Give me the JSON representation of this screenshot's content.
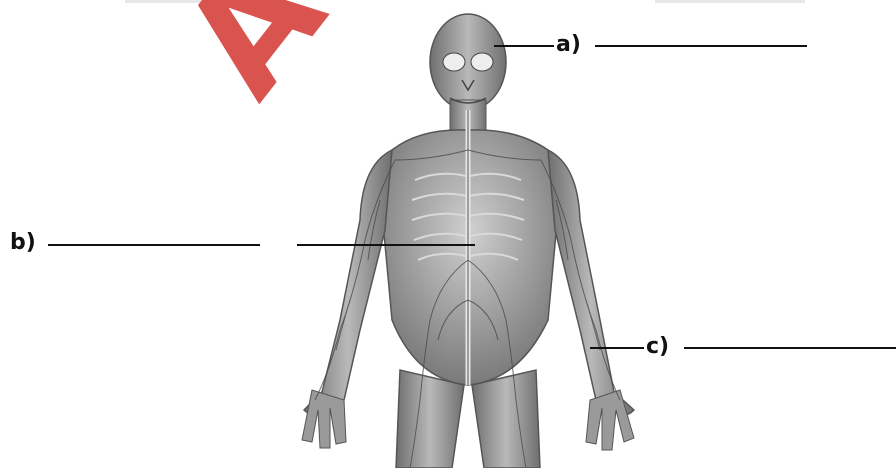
{
  "diagram": {
    "labels": {
      "a": "a)",
      "b": "b)",
      "c": "c)"
    },
    "watermark": {
      "text": "ASS",
      "color": "#d9534f"
    },
    "figure": {
      "subject": "human-body-nervous-system",
      "tone": "#8a8a8a"
    }
  }
}
